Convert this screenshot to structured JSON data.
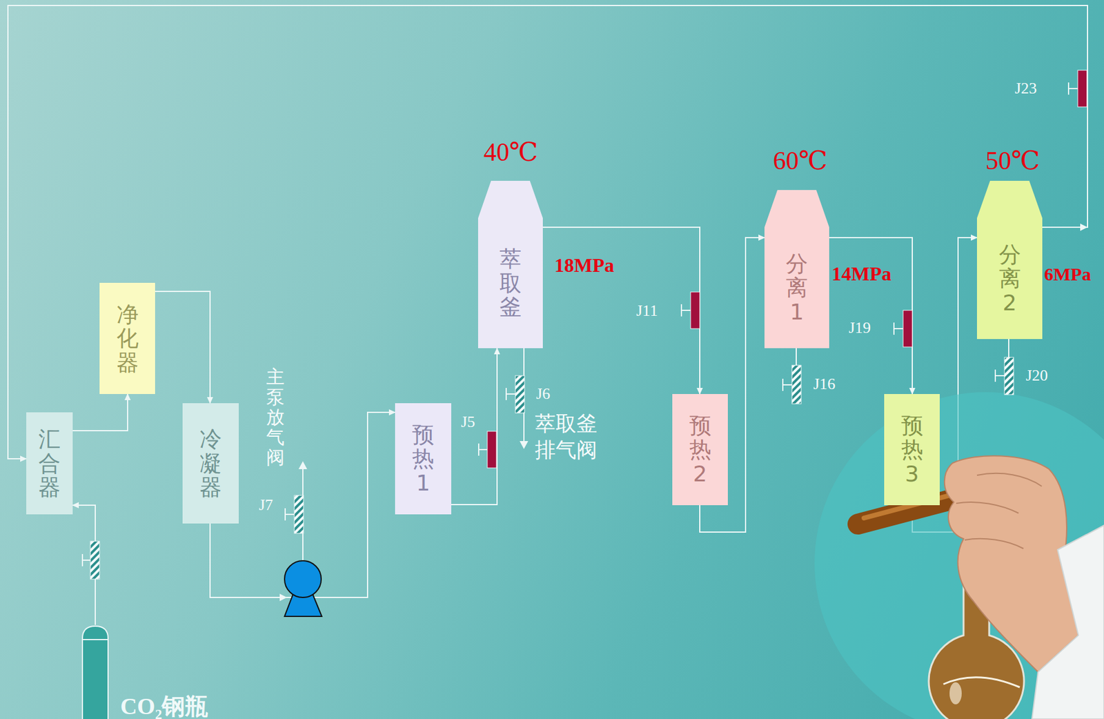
{
  "diagram": {
    "nodes": [
      {
        "text": [
          "CO₂钢瓶"
        ]
      },
      {
        "text": [
          "汇合器"
        ]
      },
      {
        "text": [
          "净化器"
        ]
      },
      {
        "text": [
          "冷凝器"
        ]
      },
      {
        "text": [
          "预热1"
        ]
      },
      {
        "text": [
          "萃取釜"
        ]
      },
      {
        "text": [
          "预热2"
        ]
      },
      {
        "text": [
          "分离1"
        ]
      },
      {
        "text": [
          "预热3"
        ]
      },
      {
        "text": [
          "分离2"
        ]
      }
    ],
    "edges": [
      {
        "from": 0,
        "to": 1,
        "arrow": "to"
      },
      {
        "from": 1,
        "to": 2,
        "arrow": "to"
      },
      {
        "from": 2,
        "to": 3,
        "arrow": "to"
      },
      {
        "from": 3,
        "to": 4,
        "arrow": "to"
      },
      {
        "from": 4,
        "to": 5,
        "arrow": "to"
      },
      {
        "from": 5,
        "to": 6,
        "arrow": "to"
      },
      {
        "from": 6,
        "to": 7,
        "arrow": "to"
      },
      {
        "from": 7,
        "to": 8,
        "arrow": "to"
      },
      {
        "from": 8,
        "to": 9,
        "arrow": "to"
      },
      {
        "from": 9,
        "to": 1,
        "arrow": "to"
      }
    ],
    "labels": [
      "40℃",
      "18MPa",
      "60℃",
      "14MPa",
      "50℃",
      "6MPa",
      "J5",
      "J6",
      "萃取釜 排气阀",
      "主泵放气阀",
      "J7",
      "J11",
      "J16",
      "J19",
      "J20",
      "J23"
    ]
  }
}
